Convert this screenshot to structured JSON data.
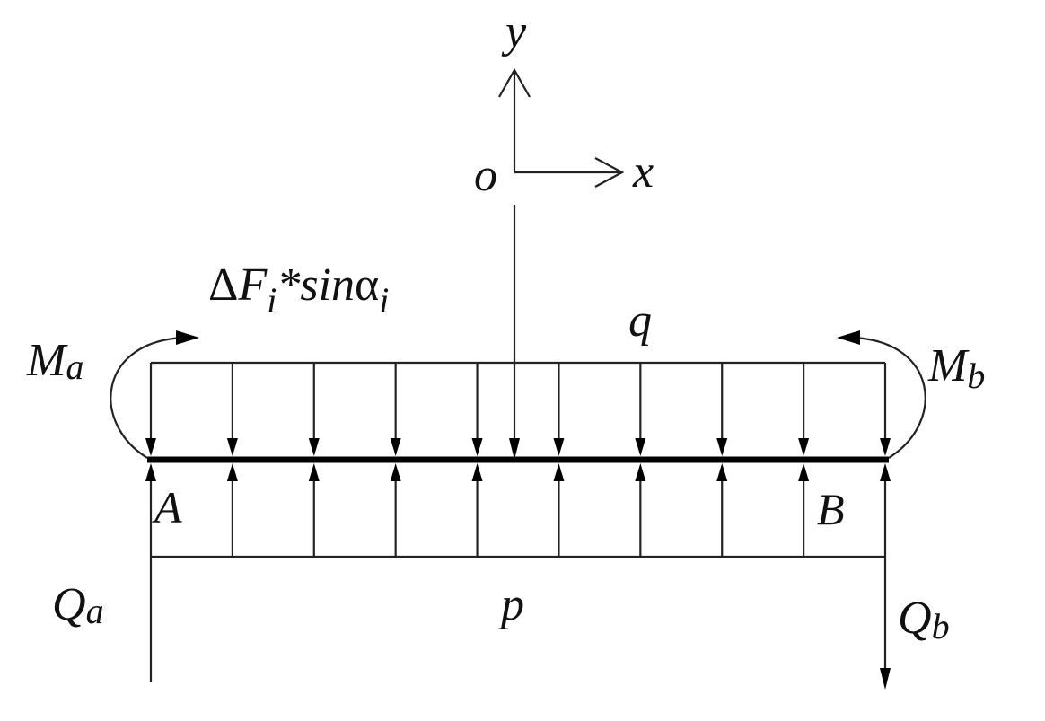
{
  "labels": {
    "y_axis": "y",
    "x_axis": "x",
    "origin": "o",
    "force_delta": "Δ",
    "force_F": "F",
    "force_F_sub": "i",
    "force_star_sin": "*sin",
    "force_alpha": "α",
    "force_alpha_sub": "i",
    "q": "q",
    "p": "p",
    "Ma": "M",
    "Ma_sub": "a",
    "Mb": "M",
    "Mb_sub": "b",
    "A": "A",
    "B": "B",
    "Qa": "Q",
    "Qa_sub": "a",
    "Qb": "Q",
    "Qb_sub": "b"
  },
  "load_arrow_count": 10
}
